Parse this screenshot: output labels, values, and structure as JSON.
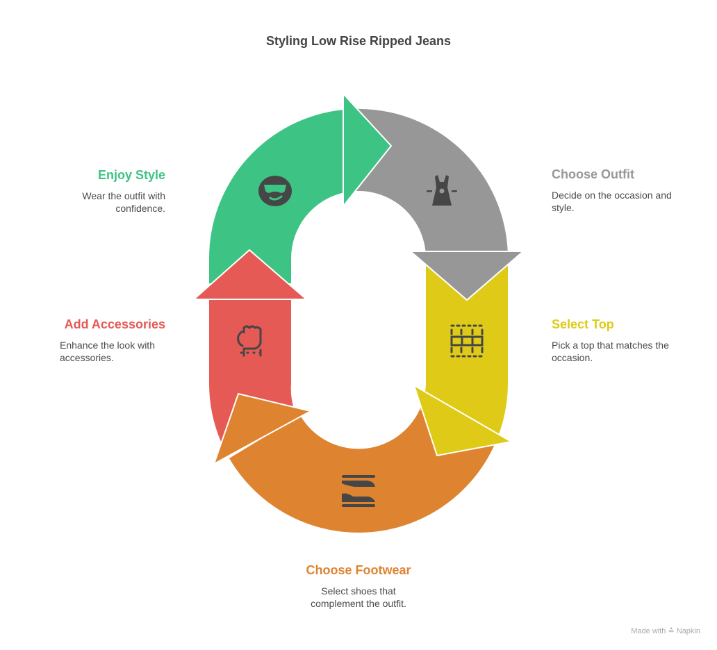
{
  "title": "Styling Low Rise Ripped Jeans",
  "steps": [
    {
      "name": "Choose Outfit",
      "desc": "Decide on the occasion and style.",
      "color": "#979797",
      "icon": "dress-icon"
    },
    {
      "name": "Select Top",
      "desc": "Pick a top that matches the occasion.",
      "color": "#dfcb17",
      "icon": "layout-grid-icon"
    },
    {
      "name": "Choose Footwear",
      "desc": "Select shoes that complement the outfit.",
      "color": "#de8431",
      "icon": "shoes-icon"
    },
    {
      "name": "Add Accessories",
      "desc": "Enhance the look with accessories.",
      "color": "#e55a55",
      "icon": "fist-bracelet-icon"
    },
    {
      "name": "Enjoy Style",
      "desc": "Wear the outfit with confidence.",
      "color": "#3dc484",
      "icon": "sunglasses-face-icon"
    }
  ],
  "footer": {
    "made_with": "Made with",
    "brand": "Napkin"
  }
}
